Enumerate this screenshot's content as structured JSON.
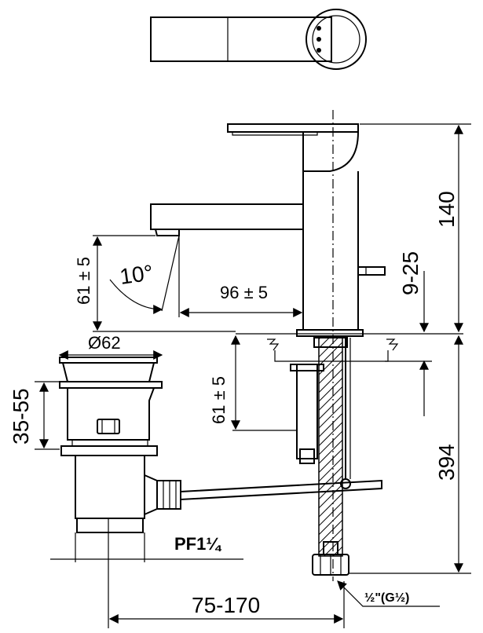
{
  "dimensions": {
    "spout_height": "140",
    "spout_reach": "96 ± 5",
    "clearance_upper": "61 ± 5",
    "clearance_lower": "61 ± 5",
    "spout_angle": "10°",
    "lever_gap": "9-25",
    "waste_diameter": "Ø62",
    "waste_height": "35-55",
    "total_length": "394",
    "connection_thread": "PF1¼",
    "hose_thread": "½\"(G½)",
    "rod_span": "75-170"
  }
}
